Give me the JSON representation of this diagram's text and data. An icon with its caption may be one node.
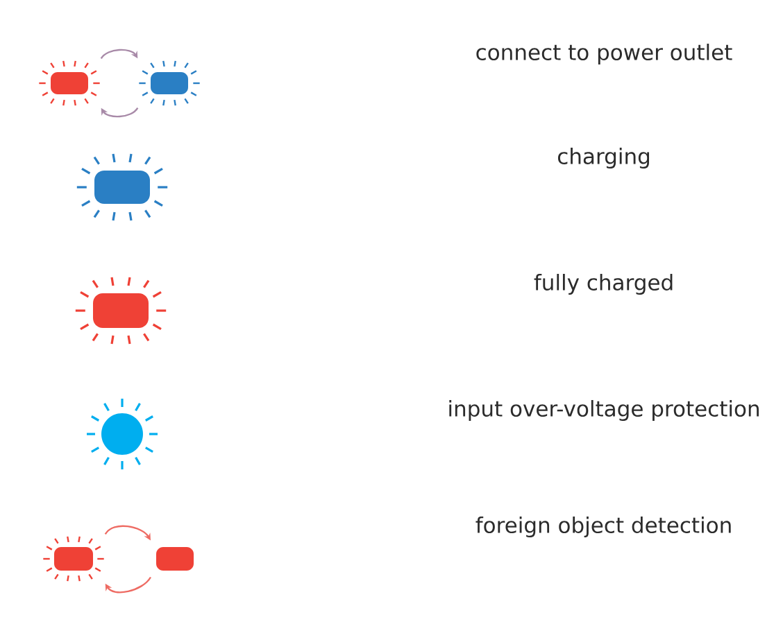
{
  "diagram": {
    "nodes": [
      {
        "text": [],
        "shape": "box"
      },
      {
        "text": [],
        "shape": "box"
      },
      {
        "text": [],
        "shape": "box"
      },
      {
        "text": [],
        "shape": "box"
      },
      {
        "text": [],
        "shape": "circle"
      },
      {
        "text": [],
        "shape": "box"
      },
      {
        "text": [],
        "shape": "box"
      }
    ],
    "edges": [
      {
        "from": 0,
        "to": 1,
        "arrow": "to",
        "color": "#a88aa8"
      },
      {
        "from": 1,
        "to": 0,
        "arrow": "to",
        "color": "#a88aa8"
      },
      {
        "from": 5,
        "to": 6,
        "arrow": "to",
        "color": "#ee6b63"
      },
      {
        "from": 6,
        "to": 5,
        "arrow": "to",
        "color": "#ee6b63"
      }
    ],
    "legend": [
      {
        "text": "connect to power outlet"
      },
      {
        "text": "charging"
      },
      {
        "text": "fully charged"
      },
      {
        "text": "input over-voltage protection"
      },
      {
        "text": "foreign object detection"
      }
    ]
  }
}
